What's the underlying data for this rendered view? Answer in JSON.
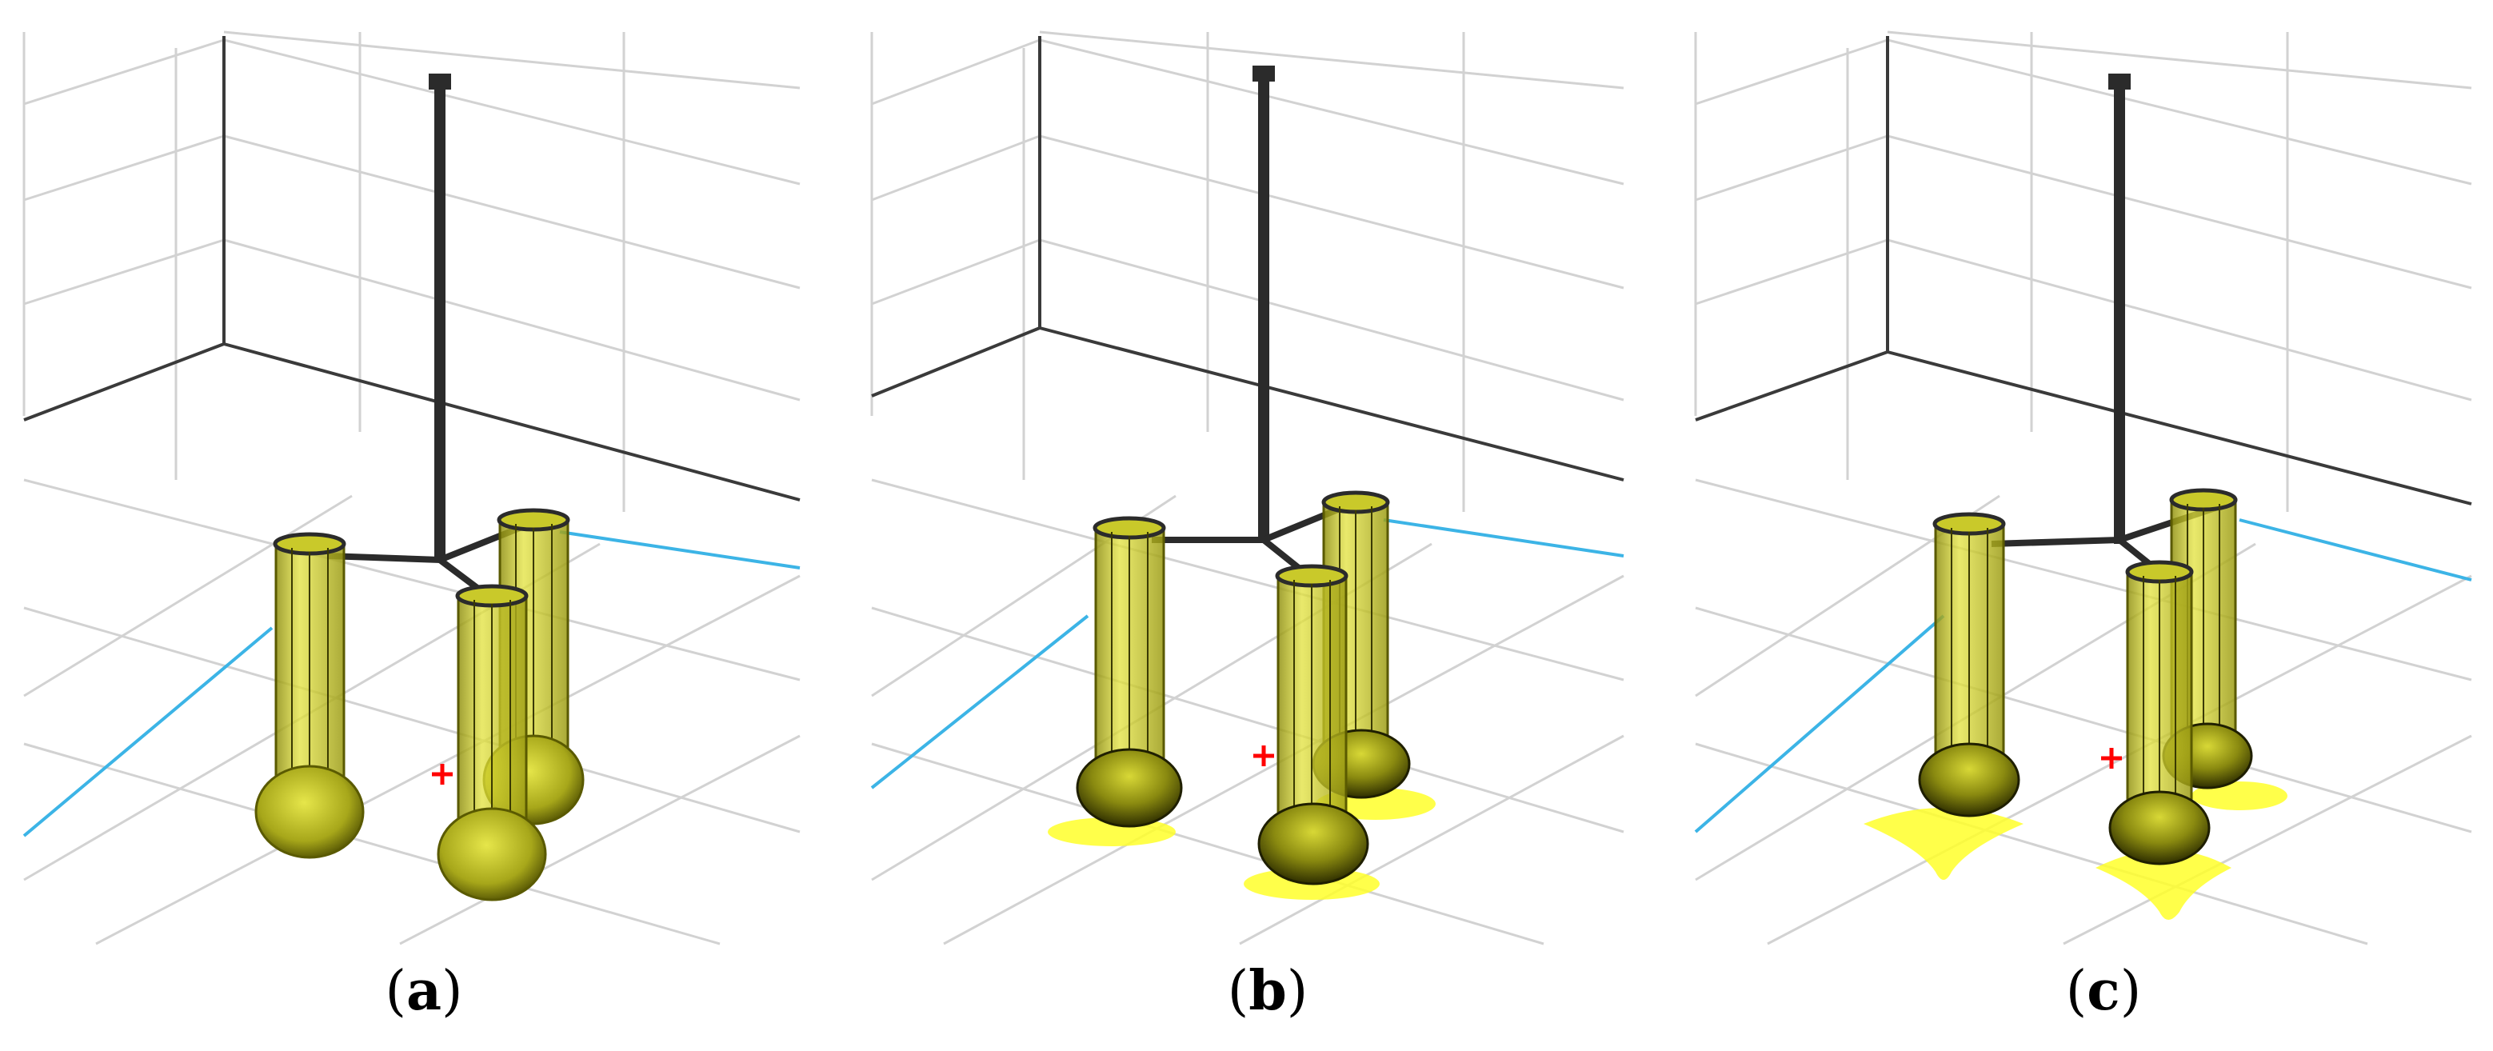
{
  "figure": {
    "panels": [
      {
        "id": "a",
        "caption": "a"
      },
      {
        "id": "b",
        "caption": "b"
      },
      {
        "id": "c",
        "caption": "c"
      }
    ],
    "colors": {
      "grid": "#cfcfcf",
      "axis_edge": "#3a3a3a",
      "structure": "#2b2b2b",
      "column_fill": "#c8c81e",
      "column_edge": "#5a5a00",
      "water_line": "#3cb4e6",
      "yellow_patch": "#ffff2a",
      "marker": "#ff0000"
    }
  }
}
